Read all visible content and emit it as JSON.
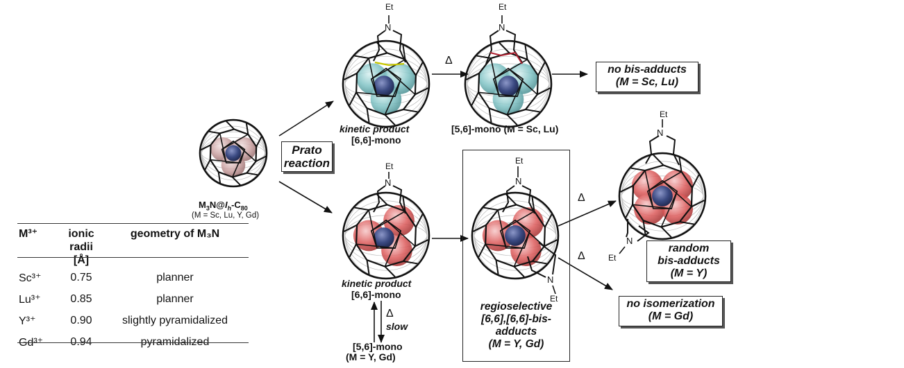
{
  "labels": {
    "reactant": "M₃N@Ih-C₈₀",
    "reactant_formula_pre": "M",
    "reactant_sub3": "3",
    "reactant_mid": "N@",
    "reactant_ih": "I",
    "reactant_h": "h",
    "reactant_c": "-C",
    "reactant_sub80": "80",
    "reactant_metals": "(M = Sc, Lu, Y, Gd)",
    "prato": "Prato reaction",
    "prato_line1": "Prato",
    "prato_line2": "reaction",
    "top_kinetic": "kinetic product",
    "top_mono": "[6,6]-mono",
    "top_56": "[5,6]-mono (M = Sc, Lu)",
    "no_bis_line1": "no bis-adducts",
    "no_bis_line2": "(M = Sc, Lu)",
    "bot_kinetic": "kinetic product",
    "bot_mono": "[6,6]-mono",
    "slow": "slow",
    "bot_56_line1": "[5,6]-mono",
    "bot_56_line2": "(M = Y, Gd)",
    "regio_line1": "regioselective",
    "regio_line2": "[6,6],[6,6]-bis-",
    "regio_line3": "adducts",
    "regio_line4": "(M = Y, Gd)",
    "random_line1": "random",
    "random_line2": "bis-adducts",
    "random_line3": "(M = Y)",
    "noiso_line1": "no isomerization",
    "noiso_line2": "(M = Gd)",
    "delta": "Δ",
    "et": "Et",
    "n": "N"
  },
  "table": {
    "headers": [
      "M³⁺",
      "ionic radii [Å]",
      "geometry of M₃N"
    ],
    "header_ionic_1": "ionic",
    "header_ionic_2": "radii [Å]",
    "rows": [
      {
        "ion": "Sc³⁺",
        "radius": "0.75",
        "geometry": "planner"
      },
      {
        "ion": "Lu³⁺",
        "radius": "0.85",
        "geometry": "planner"
      },
      {
        "ion": "Y³⁺",
        "radius": "0.90",
        "geometry": "slightly pyramidalized"
      },
      {
        "ion": "Gd³⁺",
        "radius": "0.94",
        "geometry": "pyramidalized"
      }
    ]
  },
  "colors": {
    "teal": "#7fc2c4",
    "red": "#dc5a5a",
    "pink": "#c9a0a0",
    "nitrogen": "#3b4a82",
    "cage": "#111111"
  }
}
